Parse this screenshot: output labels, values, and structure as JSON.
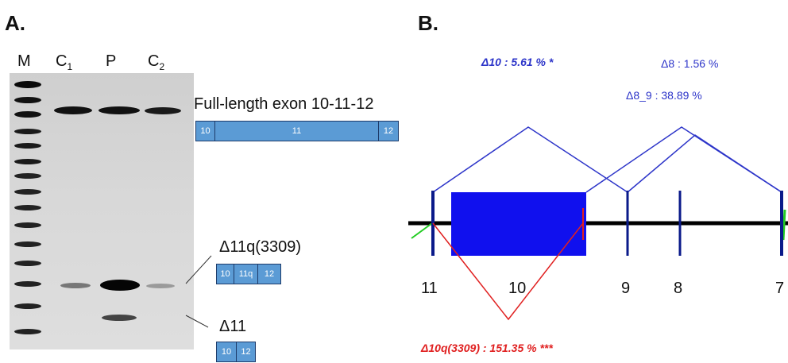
{
  "panel_a": {
    "label": "A.",
    "lanes": {
      "m": "M",
      "c1_main": "C",
      "c1_sub": "1",
      "p": "P",
      "c2_main": "C",
      "c2_sub": "2"
    },
    "full_length": {
      "label": "Full-length exon 10-11-12",
      "segments": [
        "10",
        "11",
        "12"
      ]
    },
    "delta_11q": {
      "label": "Δ11q(3309)",
      "segments": [
        "10",
        "11q",
        "12"
      ]
    },
    "delta_11": {
      "label": "Δ11",
      "segments": [
        "10",
        "12"
      ]
    }
  },
  "panel_b": {
    "label": "B.",
    "junctions": {
      "d10": "Δ10 : 5.61 % *",
      "d8": "Δ8 : 1.56 %",
      "d8_9": "Δ8_9 : 38.89 %",
      "d10q": "Δ10q(3309) : 151.35 % ***"
    },
    "exon_numbers": [
      "11",
      "10",
      "9",
      "8",
      "7"
    ],
    "colors": {
      "blue_arc": "#2d35c9",
      "red_arc": "#e02020",
      "exon_fill": "#1010ee",
      "green": "#22cc22"
    }
  }
}
